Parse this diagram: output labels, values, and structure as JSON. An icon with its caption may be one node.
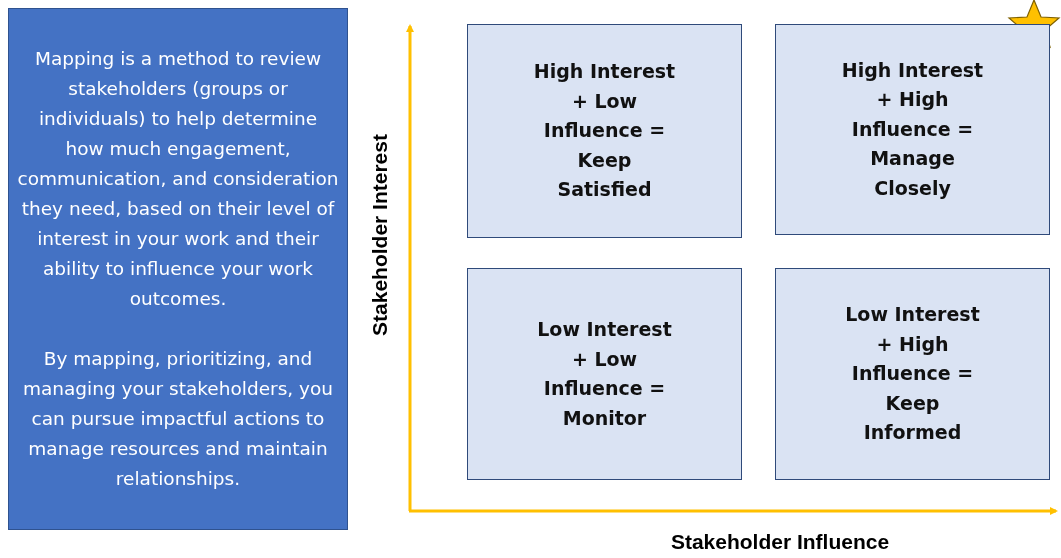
{
  "diagram": {
    "nodes": [
      {
        "text": [
          "Mapping is a method to review stakeholders (groups or individuals) to help determine how much engagement, communication, and consideration they need, based on their level of interest in your work and their ability to influence your work outcomes.",
          "By mapping, prioritizing, and managing your stakeholders, you can pursue impactful actions to manage resources and maintain relationships."
        ]
      },
      {
        "text": [
          "High Interest + Low Influence = Keep Satisfied"
        ]
      },
      {
        "text": [
          "High Interest + High Influence = Manage Closely"
        ]
      },
      {
        "text": [
          "Low Interest + Low Influence = Monitor"
        ]
      },
      {
        "text": [
          "Low Interest + High Influence = Keep Informed"
        ]
      }
    ],
    "labels": [
      "Stakeholder Interest",
      "Stakeholder Influence"
    ]
  }
}
